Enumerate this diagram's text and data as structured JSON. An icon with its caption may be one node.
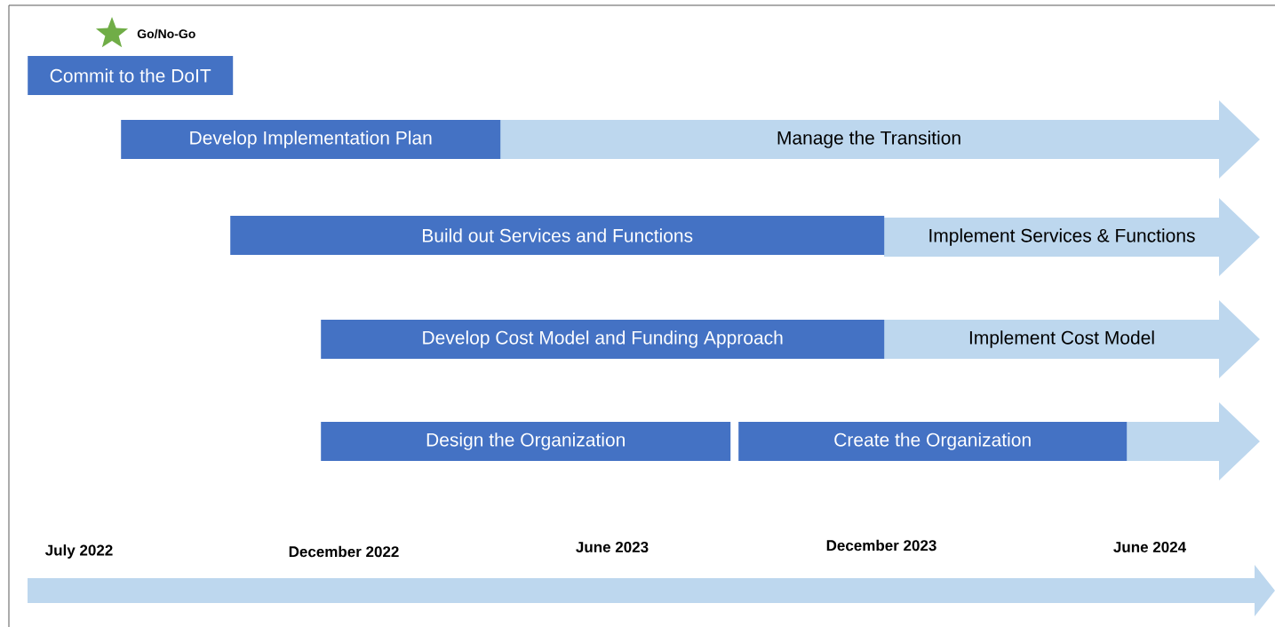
{
  "diagram": {
    "nodes": [
      {
        "text": [
          "Commit to the DoIT"
        ]
      },
      {
        "text": [
          "Develop Implementation Plan"
        ]
      },
      {
        "text": [
          "Manage the Transition"
        ]
      },
      {
        "text": [
          "Build out Services and Functions"
        ]
      },
      {
        "text": [
          "Implement Services & Functions"
        ]
      },
      {
        "text": [
          "Develop Cost Model and Funding Approach"
        ]
      },
      {
        "text": [
          "Implement Cost Model"
        ]
      },
      {
        "text": [
          "Design the Organization"
        ]
      },
      {
        "text": [
          "Create the Organization"
        ]
      },
      {
        "text": [],
        "shape": "arrow"
      }
    ],
    "labels": [
      "Go/No-Go",
      "July 2022",
      "December 2022",
      "June 2023",
      "December 2023",
      "June 2024"
    ]
  }
}
